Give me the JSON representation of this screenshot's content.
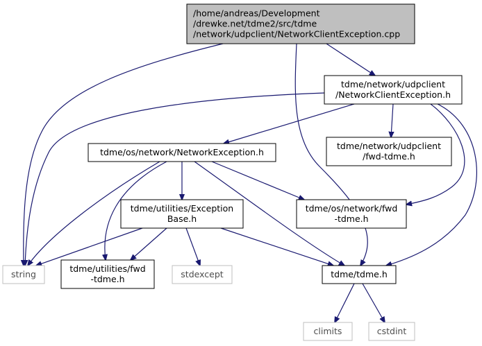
{
  "colors": {
    "edge": "#191970",
    "node_border": "#000000",
    "root_fill": "#bfbfbf",
    "external_border": "#bfbfbf",
    "text": "#000000",
    "external_text": "#4d4d4d"
  },
  "nodes": {
    "root": {
      "lines": [
        "/home/andreas/Development",
        "/drewke.net/tdme2/src/tdme",
        "/network/udpclient/NetworkClientException.cpp"
      ],
      "style": "root"
    },
    "nce_h": {
      "lines": [
        "tdme/network/udpclient",
        "/NetworkClientException.h"
      ],
      "style": "normal"
    },
    "ne_h": {
      "lines": [
        "tdme/os/network/NetworkException.h"
      ],
      "style": "normal"
    },
    "udp_fwd": {
      "lines": [
        "tdme/network/udpclient",
        "/fwd-tdme.h"
      ],
      "style": "normal"
    },
    "exc_base": {
      "lines": [
        "tdme/utilities/Exception",
        "Base.h"
      ],
      "style": "normal"
    },
    "osnet_fwd": {
      "lines": [
        "tdme/os/network/fwd",
        "-tdme.h"
      ],
      "style": "normal"
    },
    "string": {
      "lines": [
        "string"
      ],
      "style": "external"
    },
    "util_fwd": {
      "lines": [
        "tdme/utilities/fwd",
        "-tdme.h"
      ],
      "style": "normal"
    },
    "stdexcept": {
      "lines": [
        "stdexcept"
      ],
      "style": "external"
    },
    "tdme_h": {
      "lines": [
        "tdme/tdme.h"
      ],
      "style": "normal"
    },
    "climits": {
      "lines": [
        "climits"
      ],
      "style": "external"
    },
    "cstdint": {
      "lines": [
        "cstdint"
      ],
      "style": "external"
    }
  }
}
